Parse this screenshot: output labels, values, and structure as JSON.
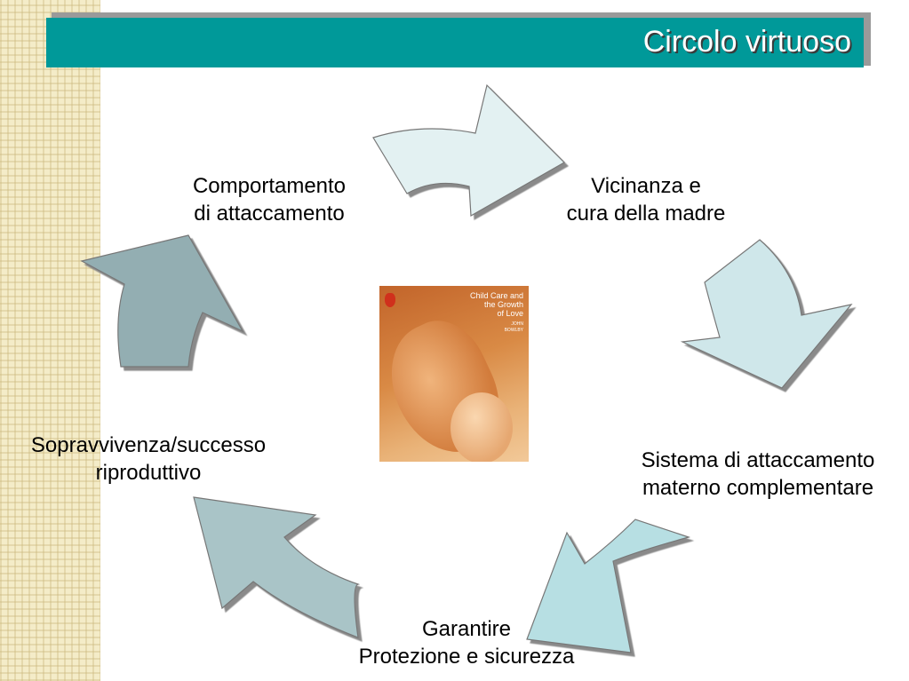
{
  "title": "Circolo virtuoso",
  "nodes": {
    "comportamento": [
      "Comportamento",
      "di attaccamento"
    ],
    "vicinanza": [
      "Vicinanza e",
      "cura della madre"
    ],
    "sistema": [
      "Sistema di attaccamento",
      "materno complementare"
    ],
    "garantire": [
      "Garantire",
      "Protezione e sicurezza"
    ],
    "sopravvivenza": [
      "Sopravvivenza/successo",
      "riproduttivo"
    ]
  },
  "book": {
    "title_lines": [
      "Child Care and",
      "the Growth",
      "of Love"
    ],
    "author_lines": [
      "JOHN",
      "BOWLBY"
    ]
  },
  "colors": {
    "title_bar": "#009999",
    "arrow_light": "#e3f1f2",
    "arrow_mid": "#cfe7ea",
    "arrow_blue": "#b7dfe3",
    "arrow_grey": "#a9c4c7",
    "arrow_dark": "#93aeb2"
  }
}
